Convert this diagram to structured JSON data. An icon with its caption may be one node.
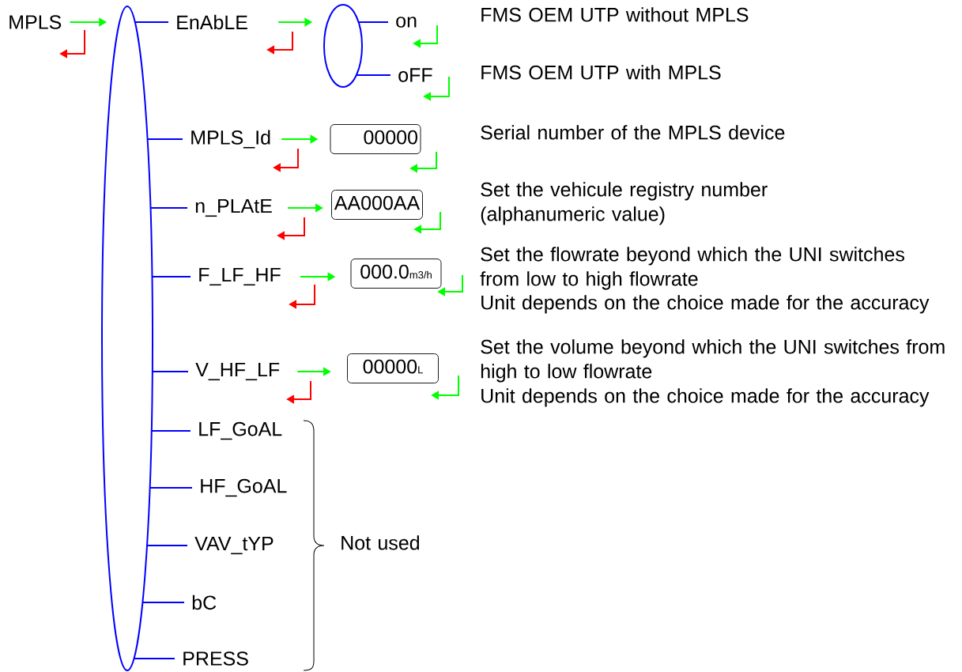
{
  "diagram": {
    "nodes": [
      {
        "text": [
          "MPLS"
        ]
      },
      {
        "text": [],
        "shape": "ellipse"
      },
      {
        "text": [
          "EnAbLE"
        ]
      },
      {
        "text": [],
        "shape": "ellipse"
      },
      {
        "text": [
          "on"
        ]
      },
      {
        "text": [
          "oFF"
        ]
      },
      {
        "text": [
          "MPLS_Id"
        ]
      },
      {
        "text": [
          "00000"
        ]
      },
      {
        "text": [
          "n_PLAtE"
        ]
      },
      {
        "text": [
          "AA000AA"
        ]
      },
      {
        "text": [
          "F_LF_HF"
        ]
      },
      {
        "text": [
          "000.0",
          "m3/h"
        ]
      },
      {
        "text": [
          "V_HF_LF"
        ]
      },
      {
        "text": [
          "00000",
          "L"
        ]
      },
      {
        "text": [
          "LF_GoAL"
        ]
      },
      {
        "text": [
          "HF_GoAL"
        ]
      },
      {
        "text": [
          "VAV_tYP"
        ]
      },
      {
        "text": [
          "bC"
        ]
      },
      {
        "text": [
          "PRESS"
        ]
      }
    ],
    "edges": [
      {
        "from": 0,
        "to": 1,
        "arrow": "to",
        "color": "#00ff00"
      },
      {
        "from": 1,
        "to": 2,
        "arrow": "none"
      },
      {
        "from": 2,
        "to": 3,
        "arrow": "to",
        "color": "#00ff00"
      },
      {
        "from": 3,
        "to": 4,
        "arrow": "none"
      },
      {
        "from": 3,
        "to": 5,
        "arrow": "none"
      },
      {
        "from": 1,
        "to": 6,
        "arrow": "none"
      },
      {
        "from": 6,
        "to": 7,
        "arrow": "to",
        "color": "#00ff00"
      },
      {
        "from": 1,
        "to": 8,
        "arrow": "none"
      },
      {
        "from": 8,
        "to": 9,
        "arrow": "to",
        "color": "#00ff00"
      },
      {
        "from": 1,
        "to": 10,
        "arrow": "none"
      },
      {
        "from": 10,
        "to": 11,
        "arrow": "to",
        "color": "#00ff00"
      },
      {
        "from": 1,
        "to": 12,
        "arrow": "none"
      },
      {
        "from": 12,
        "to": 13,
        "arrow": "to",
        "color": "#00ff00"
      },
      {
        "from": 1,
        "to": 14,
        "arrow": "none"
      },
      {
        "from": 1,
        "to": 15,
        "arrow": "none"
      },
      {
        "from": 1,
        "to": 16,
        "arrow": "none"
      },
      {
        "from": 1,
        "to": 17,
        "arrow": "none"
      },
      {
        "from": 1,
        "to": 18,
        "arrow": "none"
      }
    ],
    "labels": [
      "FMS OEM UTP without MPLS",
      "FMS OEM UTP with MPLS",
      "Serial number of the MPLS device",
      "Set the vehicule registry number (alphanumeric value)",
      "Set the flowrate beyond which the UNI switches from low to high flowrate",
      "Unit depends on the choice made for the accuracy",
      "Set the volume beyond which the UNI switches from high to low flowrate",
      "Unit depends on the choice made for the accuracy",
      "Not used"
    ]
  }
}
